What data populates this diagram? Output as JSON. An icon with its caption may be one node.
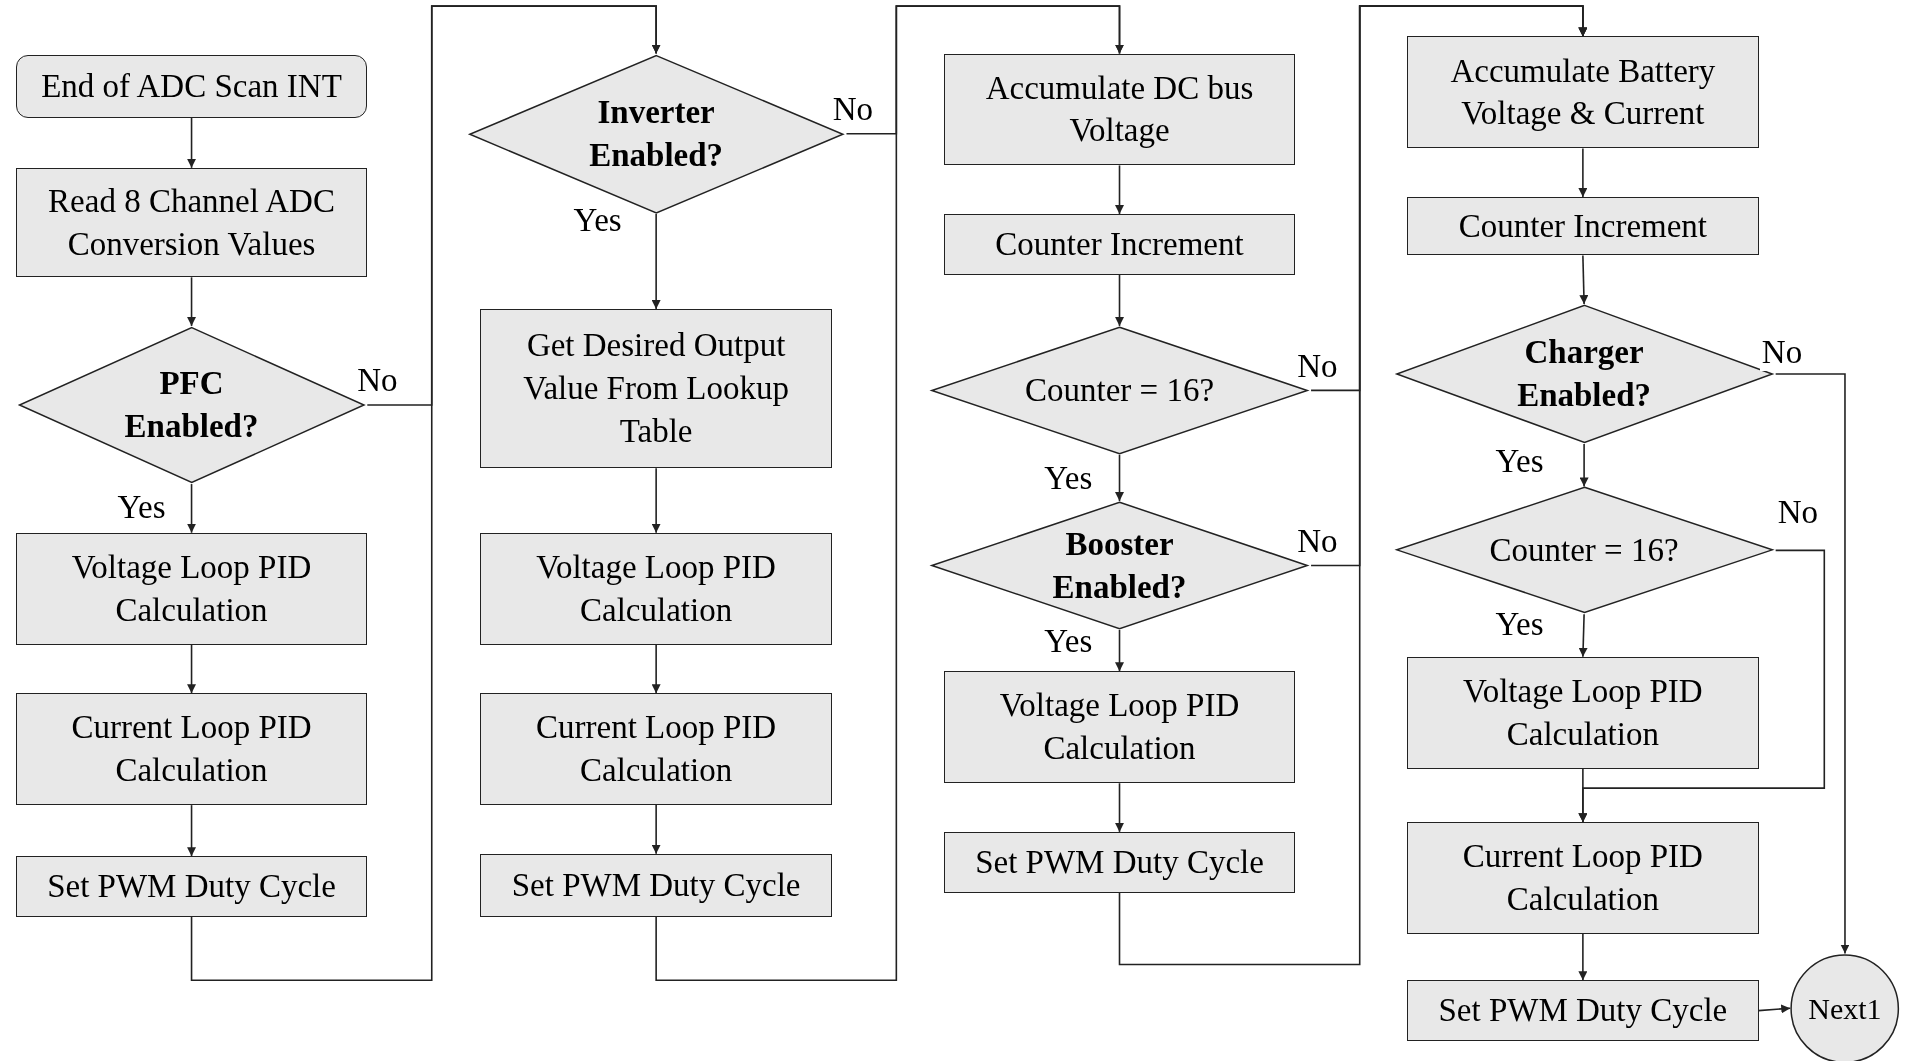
{
  "diagram": {
    "nodes": [
      {
        "text": [
          "End of ADC Scan INT"
        ]
      },
      {
        "text": [
          "Read 8 Channel ADC Conversion Values"
        ]
      },
      {
        "text": [
          "PFC Enabled?"
        ]
      },
      {
        "text": [
          "Voltage Loop PID Calculation"
        ]
      },
      {
        "text": [
          "Current Loop PID Calculation"
        ]
      },
      {
        "text": [
          "Set PWM Duty Cycle"
        ]
      },
      {
        "text": [
          "Inverter Enabled?"
        ]
      },
      {
        "text": [
          "Get Desired Output Value From Lookup Table"
        ]
      },
      {
        "text": [
          "Voltage Loop PID Calculation"
        ]
      },
      {
        "text": [
          "Current Loop PID Calculation"
        ]
      },
      {
        "text": [
          "Set PWM Duty Cycle"
        ]
      },
      {
        "text": [
          "Accumulate DC bus Voltage"
        ]
      },
      {
        "text": [
          "Counter Increment"
        ]
      },
      {
        "text": [
          "Counter = 16?"
        ]
      },
      {
        "text": [
          "Booster Enabled?"
        ]
      },
      {
        "text": [
          "Voltage Loop PID Calculation"
        ]
      },
      {
        "text": [
          "Set PWM Duty Cycle"
        ]
      },
      {
        "text": [
          "Accumulate Battery Voltage & Current"
        ]
      },
      {
        "text": [
          "Counter Increment"
        ]
      },
      {
        "text": [
          "Charger Enabled?"
        ]
      },
      {
        "text": [
          "Counter = 16?"
        ]
      },
      {
        "text": [
          "Voltage Loop PID Calculation"
        ]
      },
      {
        "text": [
          "Current Loop PID Calculation"
        ]
      },
      {
        "text": [
          "Set PWM Duty Cycle"
        ]
      },
      {
        "text": [
          "Next1"
        ]
      }
    ],
    "edges": [
      {
        "from": 0,
        "to": 1,
        "arrow": "to"
      },
      {
        "from": 1,
        "to": 2,
        "arrow": "to"
      },
      {
        "from": 2,
        "to": 3,
        "label": "Yes",
        "arrow": "to"
      },
      {
        "from": 2,
        "to": 6,
        "label": "No",
        "arrow": "to"
      },
      {
        "from": 3,
        "to": 4,
        "arrow": "to"
      },
      {
        "from": 4,
        "to": 5,
        "arrow": "to"
      },
      {
        "from": 5,
        "to": 6,
        "arrow": "to"
      },
      {
        "from": 6,
        "to": 7,
        "label": "Yes",
        "arrow": "to"
      },
      {
        "from": 6,
        "to": 11,
        "label": "No",
        "arrow": "to"
      },
      {
        "from": 7,
        "to": 8,
        "arrow": "to"
      },
      {
        "from": 8,
        "to": 9,
        "arrow": "to"
      },
      {
        "from": 9,
        "to": 10,
        "arrow": "to"
      },
      {
        "from": 10,
        "to": 11,
        "arrow": "to"
      },
      {
        "from": 11,
        "to": 12,
        "arrow": "to"
      },
      {
        "from": 12,
        "to": 13,
        "arrow": "to"
      },
      {
        "from": 13,
        "to": 14,
        "label": "Yes",
        "arrow": "to"
      },
      {
        "from": 13,
        "to": 17,
        "label": "No",
        "arrow": "to"
      },
      {
        "from": 14,
        "to": 15,
        "label": "Yes",
        "arrow": "to"
      },
      {
        "from": 14,
        "to": 17,
        "label": "No",
        "arrow": "to"
      },
      {
        "from": 15,
        "to": 16,
        "arrow": "to"
      },
      {
        "from": 16,
        "to": 17,
        "arrow": "to"
      },
      {
        "from": 17,
        "to": 18,
        "arrow": "to"
      },
      {
        "from": 18,
        "to": 19,
        "arrow": "to"
      },
      {
        "from": 19,
        "to": 20,
        "label": "Yes",
        "arrow": "to"
      },
      {
        "from": 19,
        "to": 24,
        "label": "No",
        "arrow": "to"
      },
      {
        "from": 20,
        "to": 21,
        "label": "Yes",
        "arrow": "to"
      },
      {
        "from": 20,
        "to": 22,
        "label": "No",
        "arrow": "to"
      },
      {
        "from": 21,
        "to": 22,
        "arrow": "to"
      },
      {
        "from": 22,
        "to": 23,
        "arrow": "to"
      },
      {
        "from": 23,
        "to": 24,
        "arrow": "to"
      }
    ]
  }
}
